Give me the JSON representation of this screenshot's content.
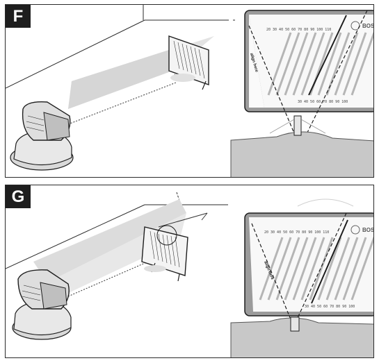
{
  "panels": [
    {
      "label": "F",
      "target": {
        "brand": "BOSCH",
        "align_text": "align here"
      }
    },
    {
      "label": "G",
      "target": {
        "brand": "BOSCH",
        "align_text": "align here"
      }
    }
  ],
  "colors": {
    "line": "#1e1e1e",
    "shade_light": "#e6e6e6",
    "shade_mid": "#cfcfcf",
    "shade_dark": "#a8a8a8",
    "floor": "#c9c9c9"
  }
}
